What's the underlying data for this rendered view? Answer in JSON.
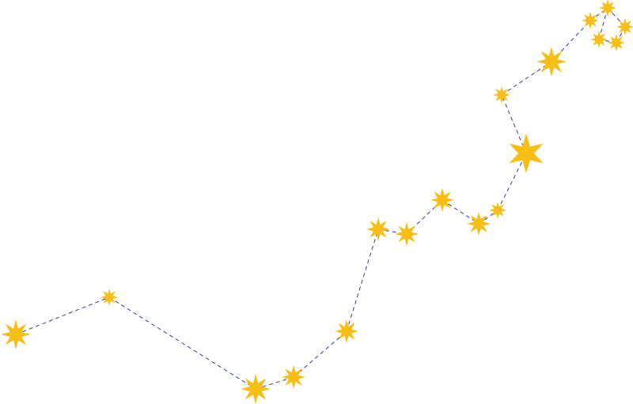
{
  "diagram": {
    "type": "constellation",
    "star_color": "#F7BE16",
    "line_color": "#2F3F98",
    "line_style": "dashed",
    "stars": [
      {
        "id": "s1",
        "point_count": 8,
        "magnitude": 1
      },
      {
        "id": "s2",
        "point_count": 8,
        "magnitude": 3
      },
      {
        "id": "s3",
        "point_count": 8,
        "magnitude": 1
      },
      {
        "id": "s4",
        "point_count": 8,
        "magnitude": 2
      },
      {
        "id": "s5",
        "point_count": 8,
        "magnitude": 2
      },
      {
        "id": "s6",
        "point_count": 8,
        "magnitude": 2
      },
      {
        "id": "s7",
        "point_count": 8,
        "magnitude": 2
      },
      {
        "id": "s8",
        "point_count": 8,
        "magnitude": 2
      },
      {
        "id": "s9",
        "point_count": 8,
        "magnitude": 2
      },
      {
        "id": "s10",
        "point_count": 8,
        "magnitude": 3
      },
      {
        "id": "s11",
        "point_count": 6,
        "magnitude": 0
      },
      {
        "id": "s12",
        "point_count": 8,
        "magnitude": 3
      },
      {
        "id": "s13",
        "point_count": 8,
        "magnitude": 1
      },
      {
        "id": "s14",
        "point_count": 8,
        "magnitude": 3
      },
      {
        "id": "s15",
        "point_count": 8,
        "magnitude": 3
      },
      {
        "id": "s16",
        "point_count": 8,
        "magnitude": 3
      },
      {
        "id": "s17",
        "point_count": 8,
        "magnitude": 3
      },
      {
        "id": "s18",
        "point_count": 8,
        "magnitude": 3
      }
    ],
    "connections": [
      [
        "s1",
        "s2"
      ],
      [
        "s2",
        "s3"
      ],
      [
        "s3",
        "s4"
      ],
      [
        "s4",
        "s5"
      ],
      [
        "s5",
        "s6"
      ],
      [
        "s6",
        "s7"
      ],
      [
        "s7",
        "s8"
      ],
      [
        "s8",
        "s9"
      ],
      [
        "s9",
        "s10"
      ],
      [
        "s10",
        "s11"
      ],
      [
        "s11",
        "s12"
      ],
      [
        "s12",
        "s13"
      ],
      [
        "s13",
        "s14"
      ],
      [
        "s14",
        "s15"
      ],
      [
        "s15",
        "s16"
      ],
      [
        "s16",
        "s17"
      ],
      [
        "s17",
        "s18"
      ],
      [
        "s18",
        "s15"
      ]
    ]
  }
}
